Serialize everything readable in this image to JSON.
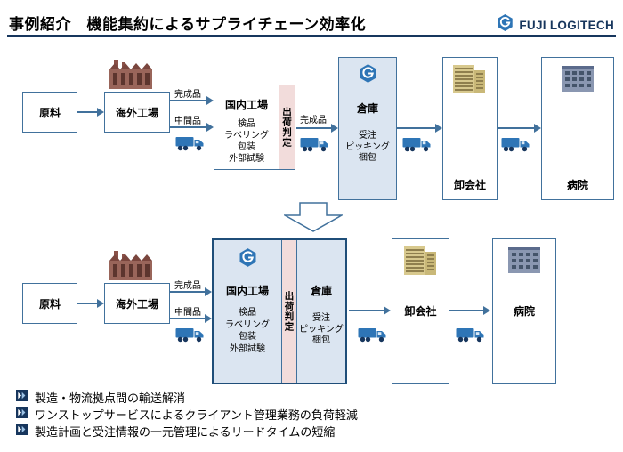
{
  "header": {
    "title": "事例紹介　機能集約によるサプライチェーン効率化",
    "logo_text": "FUJI LOGITECH"
  },
  "flow_top": {
    "raw": "原料",
    "overseas": "海外工場",
    "finished": "完成品",
    "intermediate": "中間品",
    "domestic_title": "国内工場",
    "domestic_lines": [
      "検品",
      "ラベリング",
      "包装",
      "外部試験"
    ],
    "shipping": "出荷判定",
    "finished2": "完成品",
    "warehouse_title": "倉庫",
    "warehouse_lines": [
      "受注",
      "ピッキング",
      "梱包"
    ],
    "wholesaler": "卸会社",
    "hospital": "病院"
  },
  "flow_bottom": {
    "raw": "原料",
    "overseas": "海外工場",
    "finished": "完成品",
    "intermediate": "中間品",
    "domestic_title": "国内工場",
    "domestic_lines": [
      "検品",
      "ラベリング",
      "包装",
      "外部試験"
    ],
    "shipping": "出荷判定",
    "warehouse_title": "倉庫",
    "warehouse_lines": [
      "受注",
      "ピッキング",
      "梱包"
    ],
    "wholesaler": "卸会社",
    "hospital": "病院"
  },
  "bullets": [
    {
      "text": "製造・物流拠点間の輸送解消"
    },
    {
      "text": "ワンストップサービスによるクライアント管理業務の負荷軽減"
    },
    {
      "text": "製造計画と受注情報の一元管理によるリードタイムの短縮"
    }
  ],
  "icons": {
    "logo": "fuji-logitech-hexagon-logo",
    "factory": "factory-building",
    "truck": "delivery-truck",
    "wholesaler": "office-building",
    "hospital": "hospital-building",
    "bullet": "double-chevron-right",
    "transform": "down-block-arrow"
  },
  "colors": {
    "accent_navy": "#17365D",
    "box_border": "#41719C",
    "warehouse_fill": "#DBE5F1",
    "judgment_fill": "#F2DCDB",
    "logo_blue": "#2E75B6"
  }
}
